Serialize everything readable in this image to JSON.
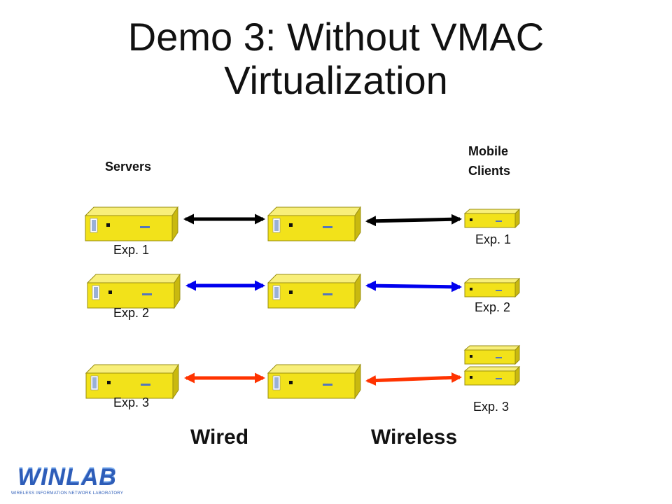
{
  "title_line1": "Demo 3:  Without VMAC",
  "title_line2": "Virtualization",
  "servers_header": "Servers",
  "clients_header_line1": "Mobile",
  "clients_header_line2": "Clients",
  "server_labels": [
    "Exp. 1",
    "Exp. 2",
    "Exp. 3"
  ],
  "client_labels": [
    "Exp. 1",
    "Exp. 2",
    "Exp. 3"
  ],
  "wired_label": "Wired",
  "wireless_label": "Wireless",
  "logo": {
    "word": "WINLAB",
    "subtitle": "WIRELESS INFORMATION NETWORK LABORATORY"
  },
  "colors": {
    "exp1": "#000000",
    "exp2": "#0000ee",
    "exp3": "#ff3300",
    "device": "#f2e21a"
  }
}
